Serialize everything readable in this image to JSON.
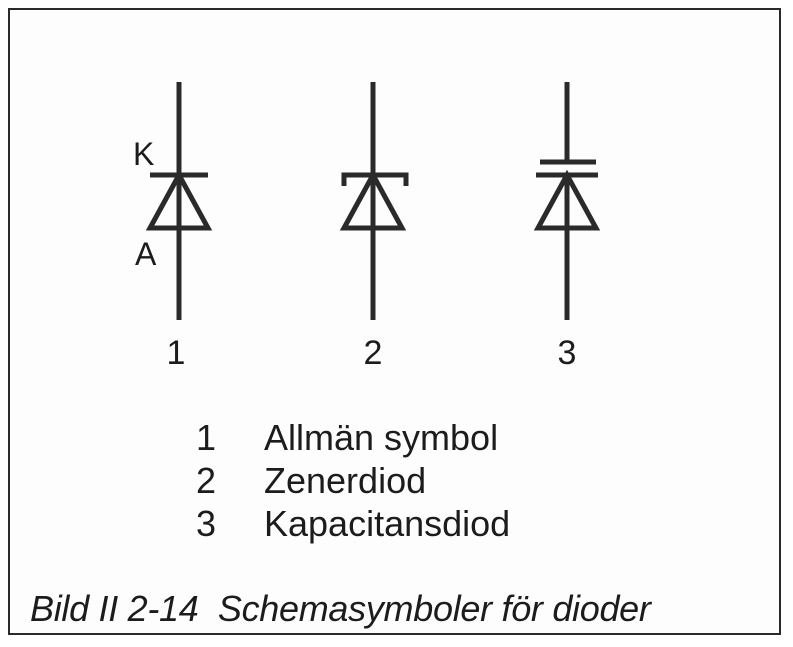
{
  "diagram": {
    "symbols": [
      {
        "number": "1"
      },
      {
        "number": "2"
      },
      {
        "number": "3"
      }
    ],
    "pin_labels": {
      "cathode": "K",
      "anode": "A"
    },
    "legend": [
      {
        "number": "1",
        "label": "Allmän symbol"
      },
      {
        "number": "2",
        "label": "Zenerdiod"
      },
      {
        "number": "3",
        "label": "Kapacitansdiod"
      }
    ],
    "caption": "Bild II 2-14  Schemasymboler för dioder"
  }
}
